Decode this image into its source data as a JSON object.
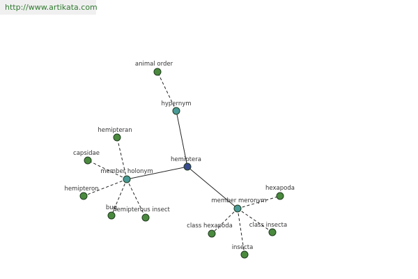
{
  "source": {
    "url": "http://www.artikata.com"
  },
  "colors": {
    "root": "#3a4a8e",
    "relation": "#4a9a96",
    "term": "#4a8a3e",
    "banner_text": "#2f7a2f"
  },
  "graph": {
    "root": {
      "id": "hemiptera",
      "label": "hemiptera"
    },
    "relations": [
      {
        "id": "hypernym",
        "label": "hypernym"
      },
      {
        "id": "member-holonym",
        "label": "member holonym"
      },
      {
        "id": "member-meronym",
        "label": "member meronym"
      }
    ],
    "terms": [
      {
        "id": "animal-order",
        "label": "animal order",
        "relation": "hypernym"
      },
      {
        "id": "hemipteran",
        "label": "hemipteran",
        "relation": "member-holonym"
      },
      {
        "id": "capsidae",
        "label": "capsidae",
        "relation": "member-holonym"
      },
      {
        "id": "hemipteron",
        "label": "hemipteron",
        "relation": "member-holonym"
      },
      {
        "id": "bug",
        "label": "bug",
        "relation": "member-holonym"
      },
      {
        "id": "hemipterous-insect",
        "label": "hemipterous insect",
        "relation": "member-holonym"
      },
      {
        "id": "hexapoda",
        "label": "hexapoda",
        "relation": "member-meronym"
      },
      {
        "id": "class-hexapoda",
        "label": "class hexapoda",
        "relation": "member-meronym"
      },
      {
        "id": "class-insecta",
        "label": "class insecta",
        "relation": "member-meronym"
      },
      {
        "id": "insecta",
        "label": "insecta",
        "relation": "member-meronym"
      }
    ]
  }
}
